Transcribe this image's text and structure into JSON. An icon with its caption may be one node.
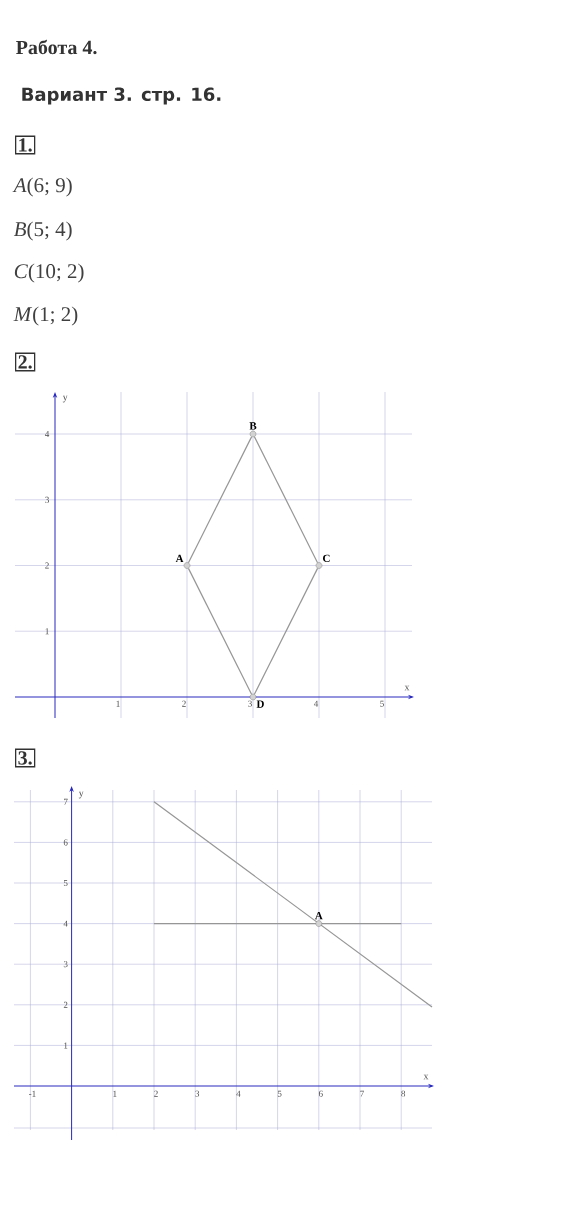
{
  "diagram": {
    "nodes": [
      {
        "text": [
          "A"
        ]
      },
      {
        "text": [
          "B"
        ]
      },
      {
        "text": [
          "C"
        ]
      },
      {
        "text": [
          "D"
        ]
      },
      {
        "text": [
          "A"
        ]
      }
    ],
    "edges": [
      {
        "from": 0,
        "to": 1,
        "arrow": "none"
      },
      {
        "from": 1,
        "to": 2,
        "arrow": "none"
      },
      {
        "from": 2,
        "to": 3,
        "arrow": "none"
      },
      {
        "from": 3,
        "to": 0,
        "arrow": "none"
      }
    ],
    "labels": [
      "Работа 4.",
      "Вариант 3. стр. 16.",
      "1.",
      "*A*(6; 9)",
      "*B*(5; 4)",
      "*C*(10; 2)",
      "*M*(1; 2)",
      "2.",
      "y",
      "4",
      "3",
      "2",
      "1",
      "x",
      "1",
      "2",
      "3",
      "4",
      "5",
      "3.",
      "y",
      "7",
      "6",
      "5",
      "4",
      "3",
      "2",
      "1",
      "x",
      "-1",
      "1",
      "2",
      "3",
      "4",
      "5",
      "6",
      "7",
      "8"
    ]
  }
}
